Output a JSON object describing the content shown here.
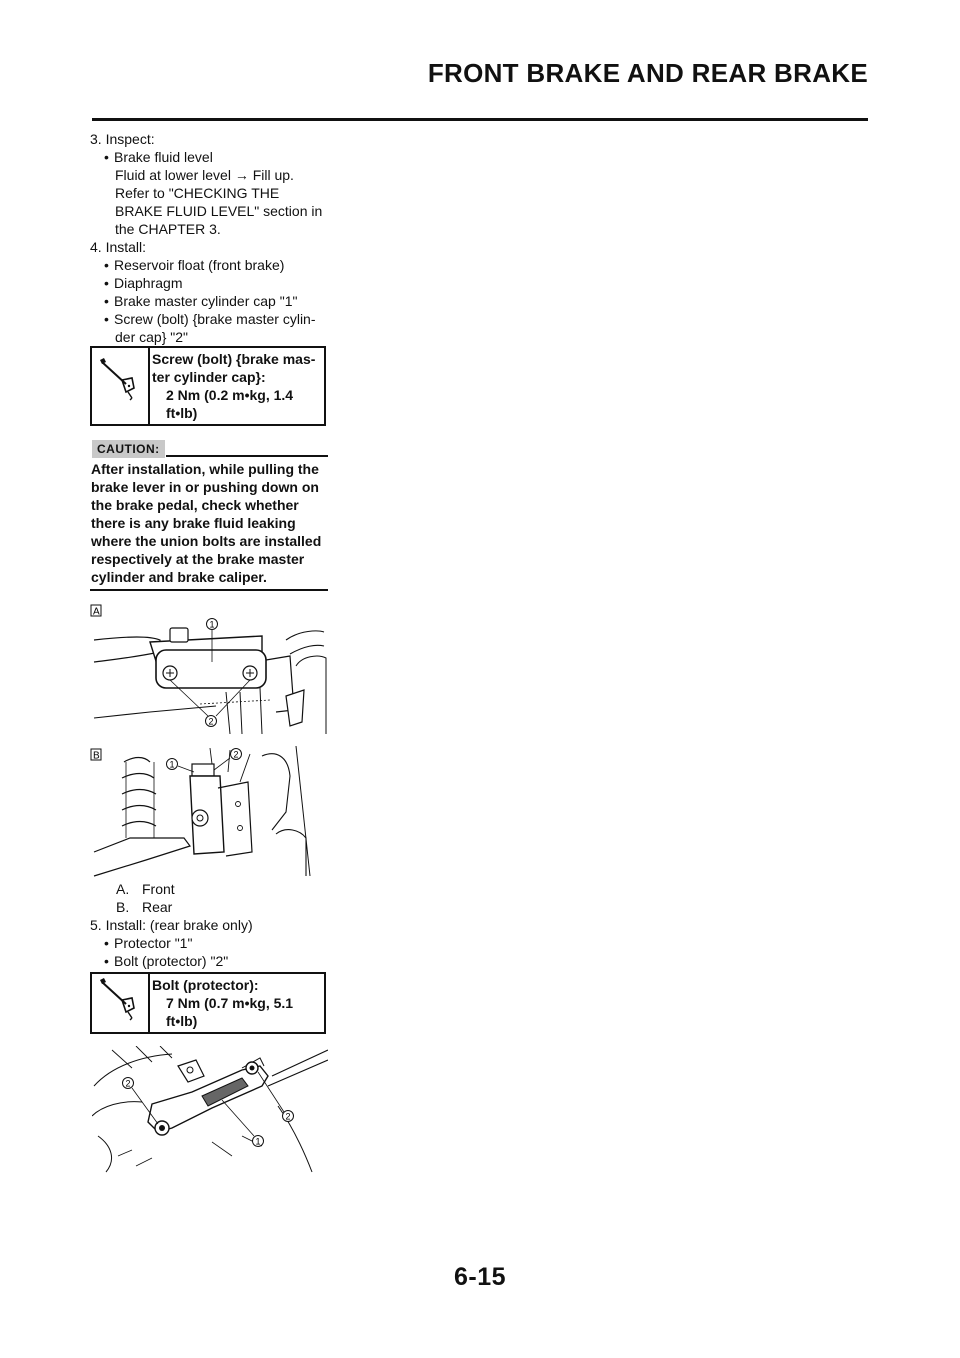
{
  "header": {
    "title": "FRONT BRAKE AND REAR BRAKE"
  },
  "step3": {
    "label": "3. Inspect:",
    "bullet": "Brake fluid level",
    "lines": [
      "Fluid at lower level → Fill up.",
      "Refer to \"CHECKING THE",
      "BRAKE FLUID LEVEL\" section in",
      "the CHAPTER 3."
    ]
  },
  "step4": {
    "label": "4. Install:",
    "bullets": [
      "Reservoir float (front brake)",
      "Diaphragm",
      "Brake master cylinder cap \"1\"",
      "Screw (bolt) {brake master cylin-"
    ],
    "continuation": "der cap} \"2\""
  },
  "torque1": {
    "lines": [
      "Screw (bolt) {brake mas-",
      "ter cylinder cap}:"
    ],
    "values": [
      "2 Nm (0.2 m•kg, 1.4",
      "ft•lb)"
    ],
    "icon": "torque-wrench-icon"
  },
  "caution": {
    "label": "CAUTION:",
    "lines": [
      "After installation, while pulling the",
      "brake lever in or pushing down on",
      "the brake pedal, check whether",
      "there is any brake fluid leaking",
      "where the union bolts are installed",
      "respectively at the brake master",
      "cylinder and brake caliper."
    ]
  },
  "figA": {
    "tag": "A",
    "callouts": [
      "1",
      "2"
    ]
  },
  "figB": {
    "tag": "B",
    "callouts": [
      "1",
      "2"
    ]
  },
  "legend": [
    {
      "key": "A.",
      "text": "Front"
    },
    {
      "key": "B.",
      "text": "Rear"
    }
  ],
  "step5": {
    "label": "5. Install: (rear brake only)",
    "bullets": [
      "Protector \"1\"",
      "Bolt (protector) \"2\""
    ]
  },
  "torque2": {
    "lines": [
      "Bolt (protector):"
    ],
    "values": [
      "7 Nm (0.7 m•kg, 5.1",
      "ft•lb)"
    ],
    "icon": "torque-wrench-icon"
  },
  "fig3": {
    "callouts": [
      "2",
      "2",
      "1"
    ]
  },
  "footer": {
    "page": "6-15"
  }
}
